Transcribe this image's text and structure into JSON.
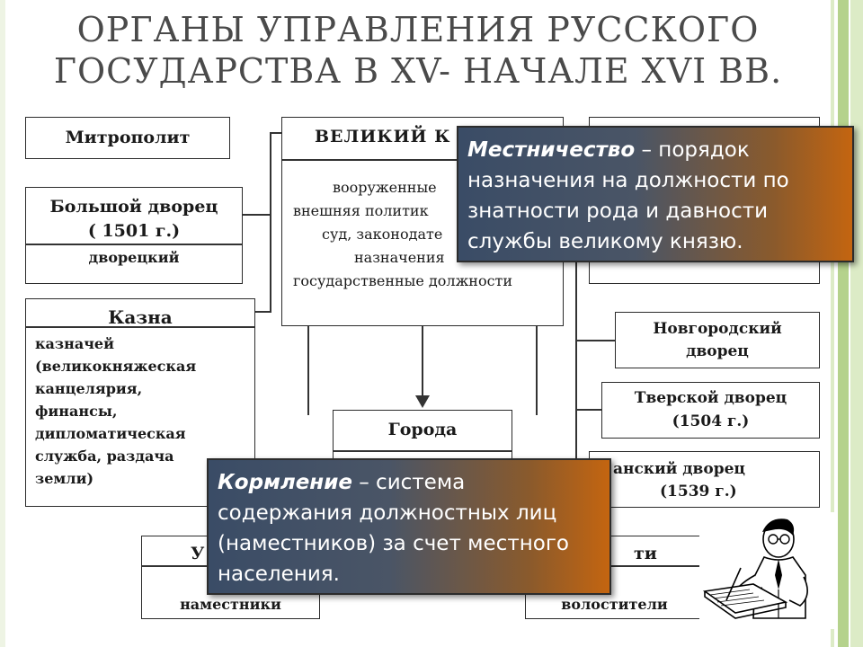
{
  "title": {
    "line1": "ОРГАНЫ УПРАВЛЕНИЯ РУССКОГО",
    "line2": "ГОСУДАРСТВА   В XV- НАЧАЛЕ XVI ВВ."
  },
  "boxes": {
    "metropolitan": "Митрополит",
    "grand_prince": {
      "title": "ВЕЛИКИЙ К",
      "duties": [
        "вооруженные",
        "внешняя политик",
        "суд, законодате",
        "назначения",
        "государственные должности"
      ]
    },
    "bolshoy_dvorets": {
      "title_line1": "Большой дворец",
      "title_line2": "( 1501 г.)",
      "official": "дворецкий"
    },
    "kazna": {
      "title": "Казна",
      "lines": [
        "казначей",
        "(великокняжеская",
        "канцелярия,",
        "финансы,",
        "дипломатическая",
        "служба, раздача",
        "земли)"
      ]
    },
    "goroda": "Города",
    "novgorod": {
      "line1": "Новгородский",
      "line2": "дворец"
    },
    "tver": {
      "line1": "Тверской дворец",
      "line2": "(1504 г.)"
    },
    "ryazan": {
      "line1": "анский дворец",
      "line2": "(1539 г.)"
    },
    "uezdy": {
      "title": "У",
      "official": "наместники"
    },
    "volosti": {
      "title": "ти",
      "official": "волостители"
    }
  },
  "callouts": {
    "mestnichestvo": {
      "term": "Местничество",
      "definition": " – порядок назначения на должности по знатности рода и давности службы великому князю."
    },
    "kormlenie": {
      "term": "Кормление",
      "definition": " – система содержания должностных лиц (наместников) за счет местного населения."
    }
  },
  "colors": {
    "stripe_green": "#b5d28c",
    "stripe_light": "#dcebc6",
    "callout_blue": "#3a4c66",
    "callout_orange": "#c46510"
  }
}
